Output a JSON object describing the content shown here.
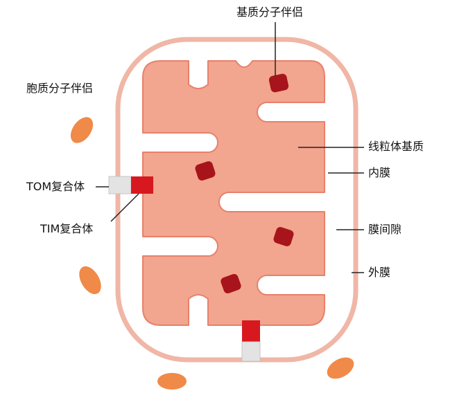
{
  "labels": {
    "matrix_chaperone": "基质分子伴侣",
    "cytosolic_chaperone": "胞质分子伴侣",
    "mito_matrix": "线粒体基质",
    "inner_membrane": "内膜",
    "intermembrane_space": "膜间隙",
    "outer_membrane": "外膜",
    "tom_complex": "TOM复合体",
    "tim_complex": "TIM复合体"
  },
  "colors": {
    "matrix_fill": "#f2a58f",
    "inner_membrane_line": "#e8806a",
    "outer_membrane_line": "#f0b6a6",
    "intermembrane_fill": "#ffffff",
    "matrix_chaperone": "#a8141b",
    "cytosolic_chaperone": "#f08a48",
    "tim_red": "#d7191f",
    "tom_grey": "#e3e3e3",
    "leader_line": "#222222"
  }
}
